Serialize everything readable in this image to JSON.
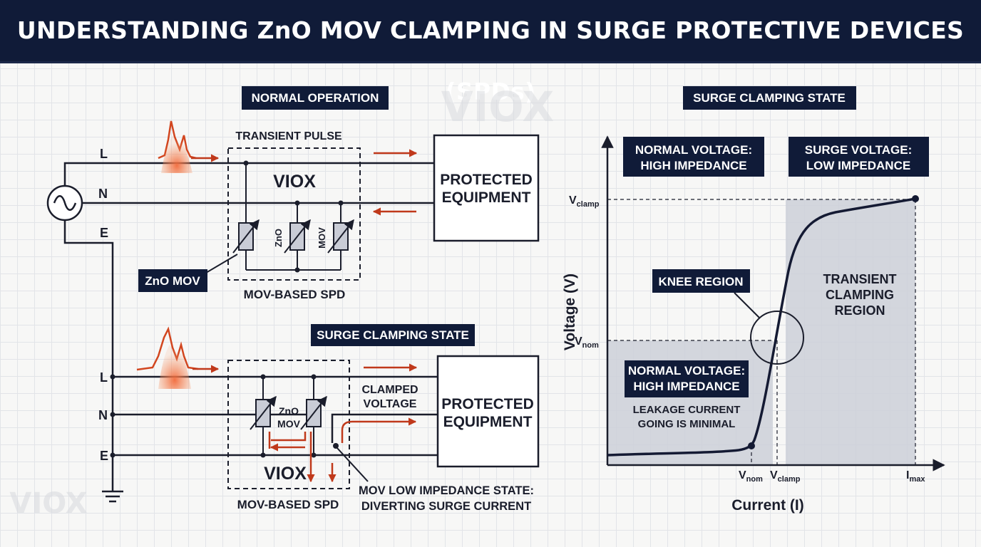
{
  "title": "UNDERSTANDING ZnO MOV CLAMPING IN SURGE PROTECTIVE DEVICES (SPDs)",
  "brand": "VIOX",
  "watermark": "VIOX",
  "colors": {
    "navy": "#101b38",
    "line": "#1a1d2b",
    "accent": "#c0391b",
    "shade": "#cdd0d8",
    "grid": "#e2e4e8"
  },
  "top_circuit": {
    "state_label": "NORMAL OPERATION",
    "pulse_label": "TRANSIENT PULSE",
    "line_labels": {
      "L": "L",
      "N": "N",
      "E": "E"
    },
    "brand": "VIOX",
    "mov_labels": [
      "ZnO",
      "MOV"
    ],
    "callout": "ZnO MOV",
    "spd_label": "MOV-BASED SPD",
    "equipment": [
      "PROTECTED",
      "EQUIPMENT"
    ]
  },
  "bottom_circuit": {
    "state_label": "SURGE CLAMPING STATE",
    "line_labels": {
      "L": "L",
      "N": "N",
      "E": "E"
    },
    "mov_label": [
      "ZnO",
      "MOV"
    ],
    "clamped": [
      "CLAMPED",
      "VOLTAGE"
    ],
    "brand": "VIOX",
    "spd_label": "MOV-BASED SPD",
    "equipment": [
      "PROTECTED",
      "EQUIPMENT"
    ],
    "note": [
      "MOV LOW IMPEDANCE STATE:",
      "DIVERTING SURGE CURRENT"
    ]
  },
  "vi_curve": {
    "state_label": "SURGE CLAMPING STATE",
    "ylabel": "Voltage (V)",
    "xlabel": "Current (I)",
    "y_ticks": [
      {
        "main": "V",
        "sub": "clamp"
      },
      {
        "main": "V",
        "sub": "nom"
      }
    ],
    "x_ticks": [
      {
        "main": "V",
        "sub": "nom"
      },
      {
        "main": "V",
        "sub": "clamp"
      },
      {
        "main": "I",
        "sub": "max"
      }
    ],
    "box_normal_top": [
      "NORMAL VOLTAGE:",
      "HIGH IMPEDANCE"
    ],
    "box_surge_top": [
      "SURGE VOLTAGE:",
      "LOW IMPEDANCE"
    ],
    "knee": "KNEE REGION",
    "transient": [
      "TRANSIENT",
      "CLAMPING",
      "REGION"
    ],
    "box_normal_low": [
      "NORMAL VOLTAGE:",
      "HIGH IMPEDANCE"
    ],
    "leakage": [
      "LEAKAGE CURRENT",
      "GOING IS MINIMAL"
    ]
  }
}
